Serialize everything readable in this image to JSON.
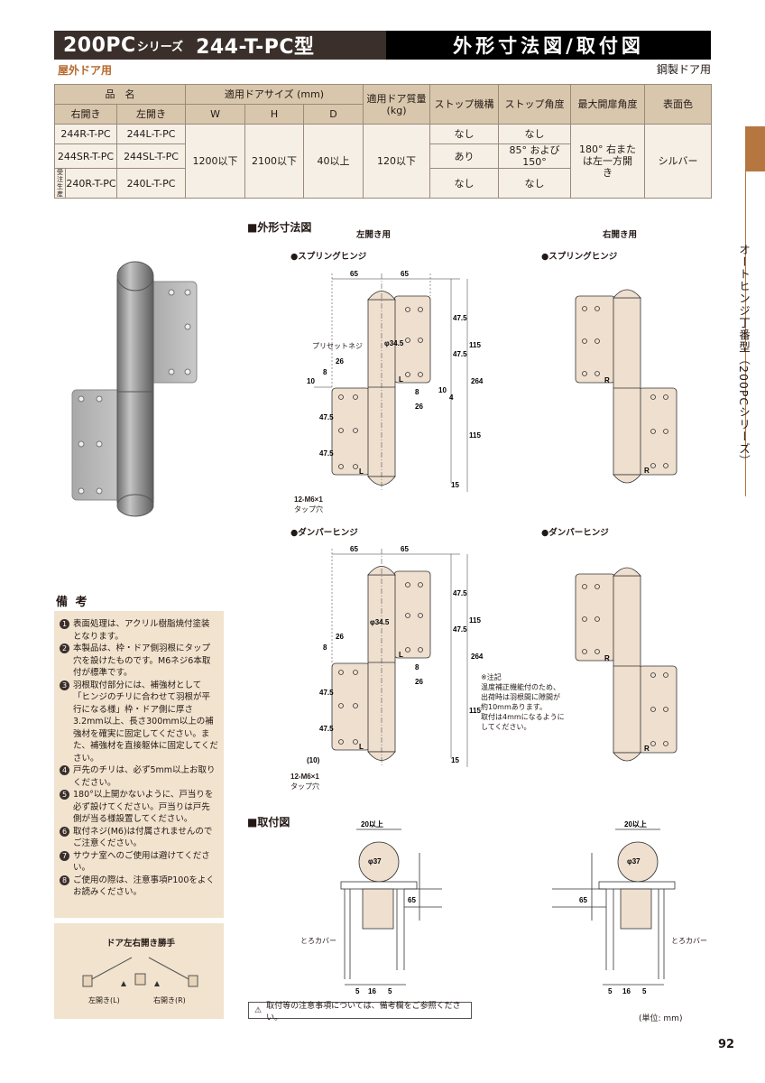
{
  "header": {
    "series_main": "200PC",
    "series_suffix": "シリーズ",
    "model": "244-T-PC型",
    "section_title": "外形寸法図/取付図",
    "usage": "屋外ドア用",
    "door_type": "鋼製ドア用"
  },
  "table": {
    "head1": [
      "品　名",
      "適用ドアサイズ (mm)",
      "適用ドア質量(kg)",
      "ストップ機構",
      "ストップ角度",
      "最大開扉角度",
      "表面色"
    ],
    "head2": [
      "右開き",
      "左開き",
      "W",
      "H",
      "D"
    ],
    "rows": [
      {
        "right": "244R-T-PC",
        "left": "244L-T-PC",
        "stop": "なし",
        "angle": "なし"
      },
      {
        "right": "244SR-T-PC",
        "left": "244SL-T-PC",
        "stop": "あり",
        "angle": "85° および150°"
      },
      {
        "right": "240R-T-PC",
        "left": "240L-T-PC",
        "stop": "なし",
        "angle": "なし"
      }
    ],
    "row_mark": "受注生産",
    "W": "1200以下",
    "H": "2100以下",
    "D": "40以上",
    "mass": "120以下",
    "max_angle": "180° 右または左一方開き",
    "color": "シルバー"
  },
  "side_tab": "オートヒンジ丁番型（200PCシリーズ）",
  "drawings": {
    "outline_title": "■外形寸法図",
    "left_open": "左開き用",
    "right_open": "右開き用",
    "spring": "●スプリングヒンジ",
    "damper": "●ダンパーヒンジ",
    "preset_screw": "プリセットネジ",
    "phi345": "φ34.5",
    "tap": "12-M6×1",
    "tap2": "タップ穴",
    "dims": {
      "d65": "65",
      "d15": "15",
      "d10p": "(10)",
      "d475": "47.5",
      "d115": "115",
      "d264": "264",
      "d10": "10",
      "d8": "8",
      "d26": "26",
      "d4": "4"
    },
    "mark_L": "L",
    "mark_R": "R",
    "attention_title": "※注記",
    "attention_lines": [
      "温度補正機能付のため、",
      "出荷時は羽根間に隙間が",
      "約10mmあります。",
      "取付は4mmになるように",
      "してください。"
    ],
    "mount_title": "■取付図",
    "mount_20": "20以上",
    "mount_phi37": "φ37",
    "mount_65": "65",
    "mount_5": "5",
    "mount_16": "16",
    "cover": "とろカバー"
  },
  "notes": {
    "title": "備 考",
    "items": [
      "表面処理は、アクリル樹脂焼付塗装となります。",
      "本製品は、枠・ドア側羽根にタップ穴を設けたものです。M6ネジ6本取付が標準です。",
      "羽根取付部分には、補強材として「ヒンジのチリに合わせて羽根が平行になる様」枠・ドア側に厚さ3.2mm以上、長さ300mm以上の補強材を確実に固定してください。また、補強材を直接躯体に固定してください。",
      "戸先のチリは、必ず5mm以上お取りください。",
      "180°以上開かないように、戸当りを必ず設けてください。戸当りは戸先側が当る様設置してください。",
      "取付ネジ(M6)は付属されませんのでご注意ください。",
      "サウナ室へのご使用は避けてください。",
      "ご使用の際は、注意事項P100をよくお読みください。"
    ],
    "nums": [
      "1",
      "2",
      "3",
      "4",
      "5",
      "6",
      "7",
      "8"
    ]
  },
  "hand": {
    "title": "ドア左右開き勝手",
    "left": "左開き(L)",
    "right": "右開き(R)"
  },
  "warning": "取付等の注意事項については、備考欄をご参照ください。",
  "unit": "(単位: mm)",
  "page_number": "92"
}
